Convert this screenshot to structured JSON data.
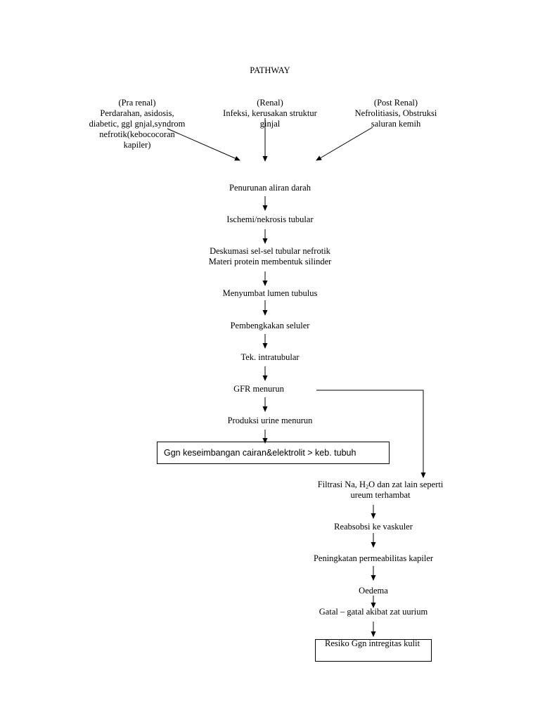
{
  "title": "PATHWAY",
  "causes": {
    "pra_renal": {
      "heading": "(Pra renal)",
      "lines": [
        "Perdarahan, asidosis,",
        "diabetic, ggl gnjal,syndrom",
        "nefrotik(kebococoran",
        "kapiler)"
      ]
    },
    "renal": {
      "heading": "(Renal)",
      "lines": [
        "Infeksi, kerusakan struktur",
        "ginjal"
      ]
    },
    "post_renal": {
      "heading": "(Post Renal)",
      "lines": [
        "Nefrolitiasis, Obstruksi",
        "saluran kemih"
      ]
    }
  },
  "main_flow": {
    "s1": "Penurunan aliran darah",
    "s2": "Ischemi/nekrosis tubular",
    "s3a": "Deskumasi sel-sel tubular nefrotik",
    "s3b": "Materi protein membentuk silinder",
    "s4": "Menyumbat lumen tubulus",
    "s5": "Pembengkakan seluler",
    "s6": "Tek. intratubular",
    "s7": "GFR menurun",
    "s8": "Produksi urine menurun",
    "box1": "Ggn keseimbangan cairan&elektrolit > keb. tubuh"
  },
  "side_flow": {
    "f1_pre": "Filtrasi Na, H",
    "f1_sub": "2",
    "f1_post": "O dan zat lain seperti",
    "f1_line2": "ureum terhambat",
    "f2": "Reabsobsi ke vaskuler",
    "f3": "Peningkatan permeabilitas kapiler",
    "f4": "Oedema",
    "f5": "Gatal – gatal akibat zat uurium",
    "box2": "Resiko Ggn intregitas kulit"
  }
}
